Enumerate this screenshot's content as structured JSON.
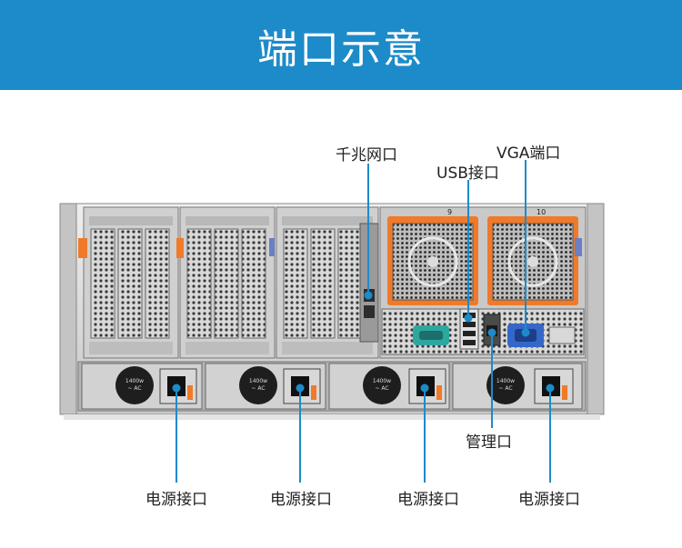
{
  "header": {
    "title": "端口示意"
  },
  "labels": {
    "gigabit": "千兆网口",
    "usb": "USB接口",
    "vga": "VGA端口",
    "mgmt": "管理口",
    "psu": [
      "电源接口",
      "电源接口",
      "电源接口",
      "电源接口"
    ]
  },
  "server": {
    "slot_labels": [
      "9",
      "10"
    ],
    "psu_rating": "1400w",
    "psu_ac": "~ AC"
  },
  "colors": {
    "header_bg": "#1d8bc9",
    "callout_line": "#1d8bc9",
    "accent_orange": "#f07a2a",
    "vga_port": "#3567c9",
    "serial_port": "#2ea7a0"
  }
}
